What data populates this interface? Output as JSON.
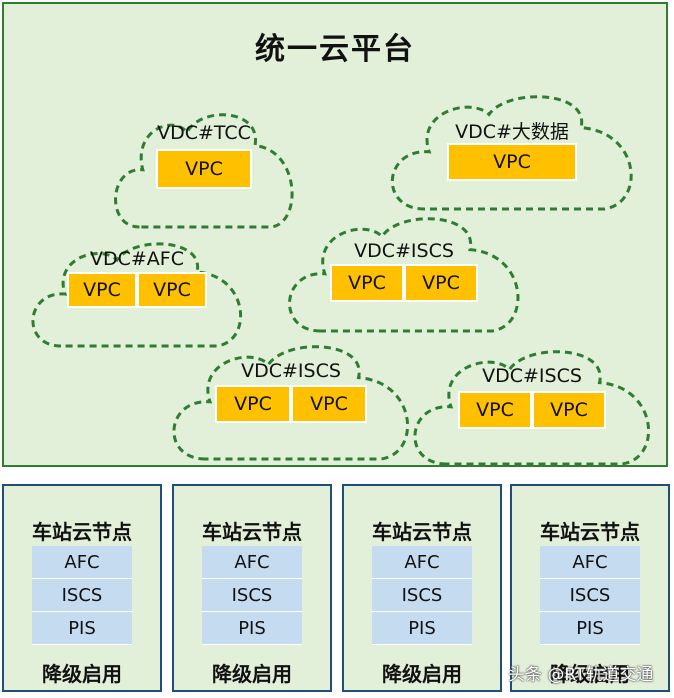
{
  "platform": {
    "title": "统一云平台"
  },
  "vdcs": [
    {
      "label": "VDC#TCC",
      "vpcs": [
        "VPC"
      ]
    },
    {
      "label": "VDC#大数据",
      "vpcs": [
        "VPC"
      ]
    },
    {
      "label": "VDC#AFC",
      "vpcs": [
        "VPC",
        "VPC"
      ]
    },
    {
      "label": "VDC#ISCS",
      "vpcs": [
        "VPC",
        "VPC"
      ]
    },
    {
      "label": "VDC#ISCS",
      "vpcs": [
        "VPC",
        "VPC"
      ]
    },
    {
      "label": "VDC#ISCS",
      "vpcs": [
        "VPC",
        "VPC"
      ]
    }
  ],
  "stations": [
    {
      "title": "车站云节点",
      "systems": [
        "AFC",
        "ISCS",
        "PIS"
      ],
      "footer": "降级启用"
    },
    {
      "title": "车站云节点",
      "systems": [
        "AFC",
        "ISCS",
        "PIS"
      ],
      "footer": "降级启用"
    },
    {
      "title": "车站云节点",
      "systems": [
        "AFC",
        "ISCS",
        "PIS"
      ],
      "footer": "降级启用"
    },
    {
      "title": "车站云节点",
      "systems": [
        "AFC",
        "ISCS",
        "PIS"
      ],
      "footer": "降级启用"
    }
  ],
  "watermark": "头条 @RT轨道交通",
  "colors": {
    "cloud_border": "#2e7d32",
    "vpc_fill": "#ffc000",
    "platform_bg": "#e2efd9",
    "system_fill": "#c5dcf0",
    "station_border": "#1f4e79"
  }
}
